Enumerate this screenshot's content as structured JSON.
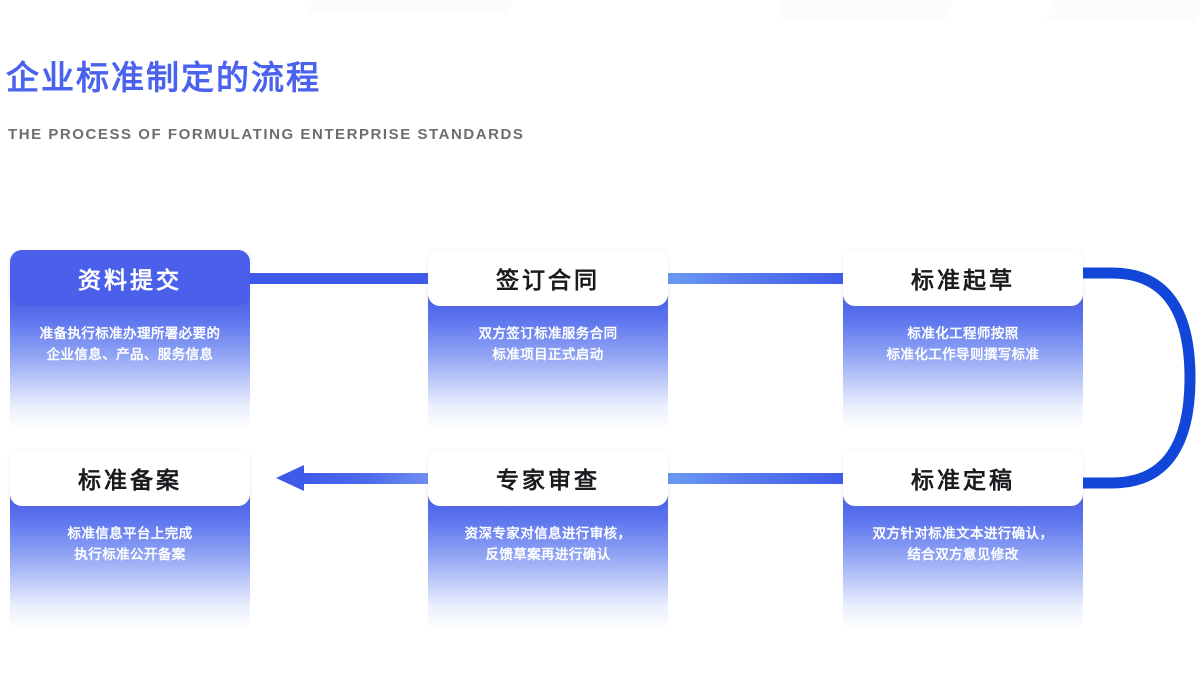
{
  "header": {
    "title": "企业标准制定的流程",
    "subtitle": "THE PROCESS OF FORMULATING ENTERPRISE STANDARDS",
    "title_color": "#4a63ee",
    "subtitle_color": "#6e6e72"
  },
  "theme": {
    "accent": "#4a5fea",
    "connector_solid": "#3f5ae8",
    "connector_light": "#6b9bf2",
    "card_head_light_bg": "#ffffff",
    "card_head_text_dark": "#1b1b1f",
    "card_body_text": "#ffffff"
  },
  "flow": {
    "steps": [
      {
        "index": 1,
        "title": "资料提交",
        "desc_line1": "准备执行标准办理所署必要的",
        "desc_line2": "企业信息、产品、服务信息",
        "head_style": "filled",
        "body_style": "grad-strong"
      },
      {
        "index": 2,
        "title": "签订合同",
        "desc_line1": "双方签订标准服务合同",
        "desc_line2": "标准项目正式启动",
        "head_style": "light",
        "body_style": "grad-strong"
      },
      {
        "index": 3,
        "title": "标准起草",
        "desc_line1": "标准化工程师按照",
        "desc_line2": "标准化工作导则撰写标准",
        "head_style": "light",
        "body_style": "grad-strong"
      },
      {
        "index": 4,
        "title": "标准备案",
        "desc_line1": "标准信息平台上完成",
        "desc_line2": "执行标准公开备案",
        "head_style": "light",
        "body_style": "grad-strong"
      },
      {
        "index": 5,
        "title": "专家审查",
        "desc_line1": "资深专家对信息进行审核，",
        "desc_line2": "反馈草案再进行确认",
        "head_style": "light",
        "body_style": "grad-strong"
      },
      {
        "index": 6,
        "title": "标准定稿",
        "desc_line1": "双方针对标准文本进行确认，",
        "desc_line2": "结合双方意见修改",
        "head_style": "light",
        "body_style": "grad-strong"
      }
    ],
    "connectors": [
      {
        "name": "step1-to-step2",
        "style": "solid"
      },
      {
        "name": "step2-to-step3",
        "style": "fade"
      },
      {
        "name": "step3-to-step6-curve",
        "style": "u-curve"
      },
      {
        "name": "step6-to-step5",
        "style": "fade"
      },
      {
        "name": "step5-to-step4-arrow",
        "style": "arrow-left"
      }
    ]
  }
}
